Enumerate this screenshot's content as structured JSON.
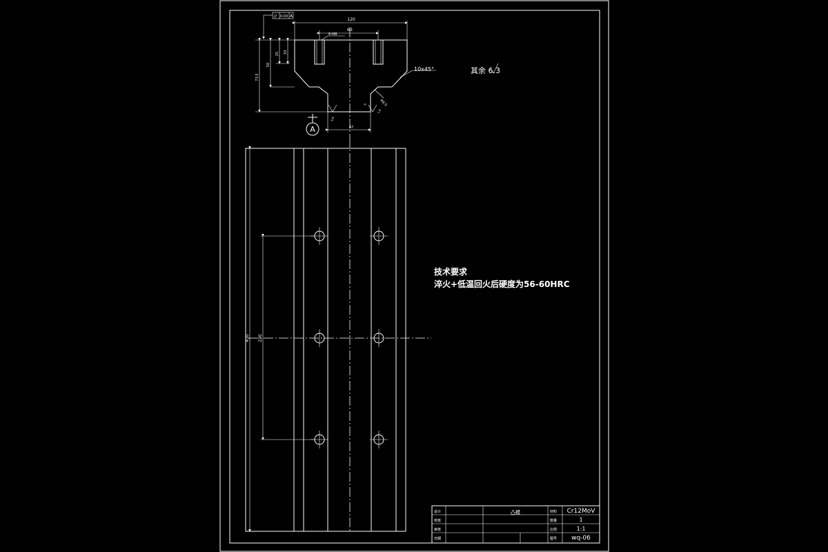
{
  "dims": {
    "top_width": "120",
    "hole_spacing_top": "63",
    "holes_label": "6-M8",
    "flange_h1": "25",
    "flange_h2": "33",
    "height_50": "50",
    "height_total": "73.5",
    "chamfer": "10x45°",
    "fillet": "R6.5",
    "stem_width": "47",
    "plan_length": "410",
    "hole_spacing_long": "220",
    "small_a": "6.8",
    "small_b": "6",
    "small_c": "7.0"
  },
  "gdt": {
    "symbol": "//",
    "value": "0.03",
    "datum": "A"
  },
  "datum_label": "A",
  "surface_note": "其余 6.3",
  "tech": {
    "title": "技术要求",
    "line1": "淬火+低温回火后硬度为56-60HRC"
  },
  "title_block": {
    "part_name": "凸模",
    "material_label": "材料",
    "material": "Cr12MoV",
    "qty_label": "数量",
    "qty": "1",
    "scale_label": "比例",
    "scale": "1:1",
    "drawing_no_label": "图号",
    "drawing_no": "wq-06",
    "row1_label": "设计",
    "row2_label": "校核",
    "row3_label": "审核",
    "row4_label": "日期"
  }
}
